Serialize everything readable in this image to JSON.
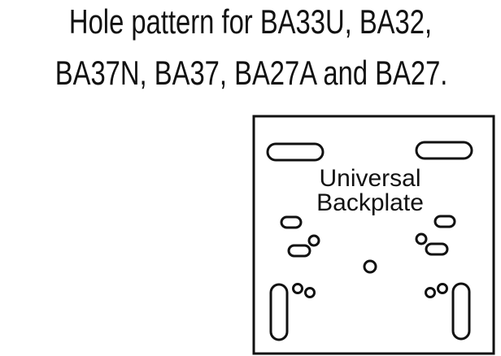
{
  "heading": {
    "line1": "Hole pattern for BA33U, BA32,",
    "line2": "BA37N, BA37, BA27A and BA27."
  },
  "plate": {
    "label_line1": "Universal",
    "label_line2": "Backplate"
  }
}
